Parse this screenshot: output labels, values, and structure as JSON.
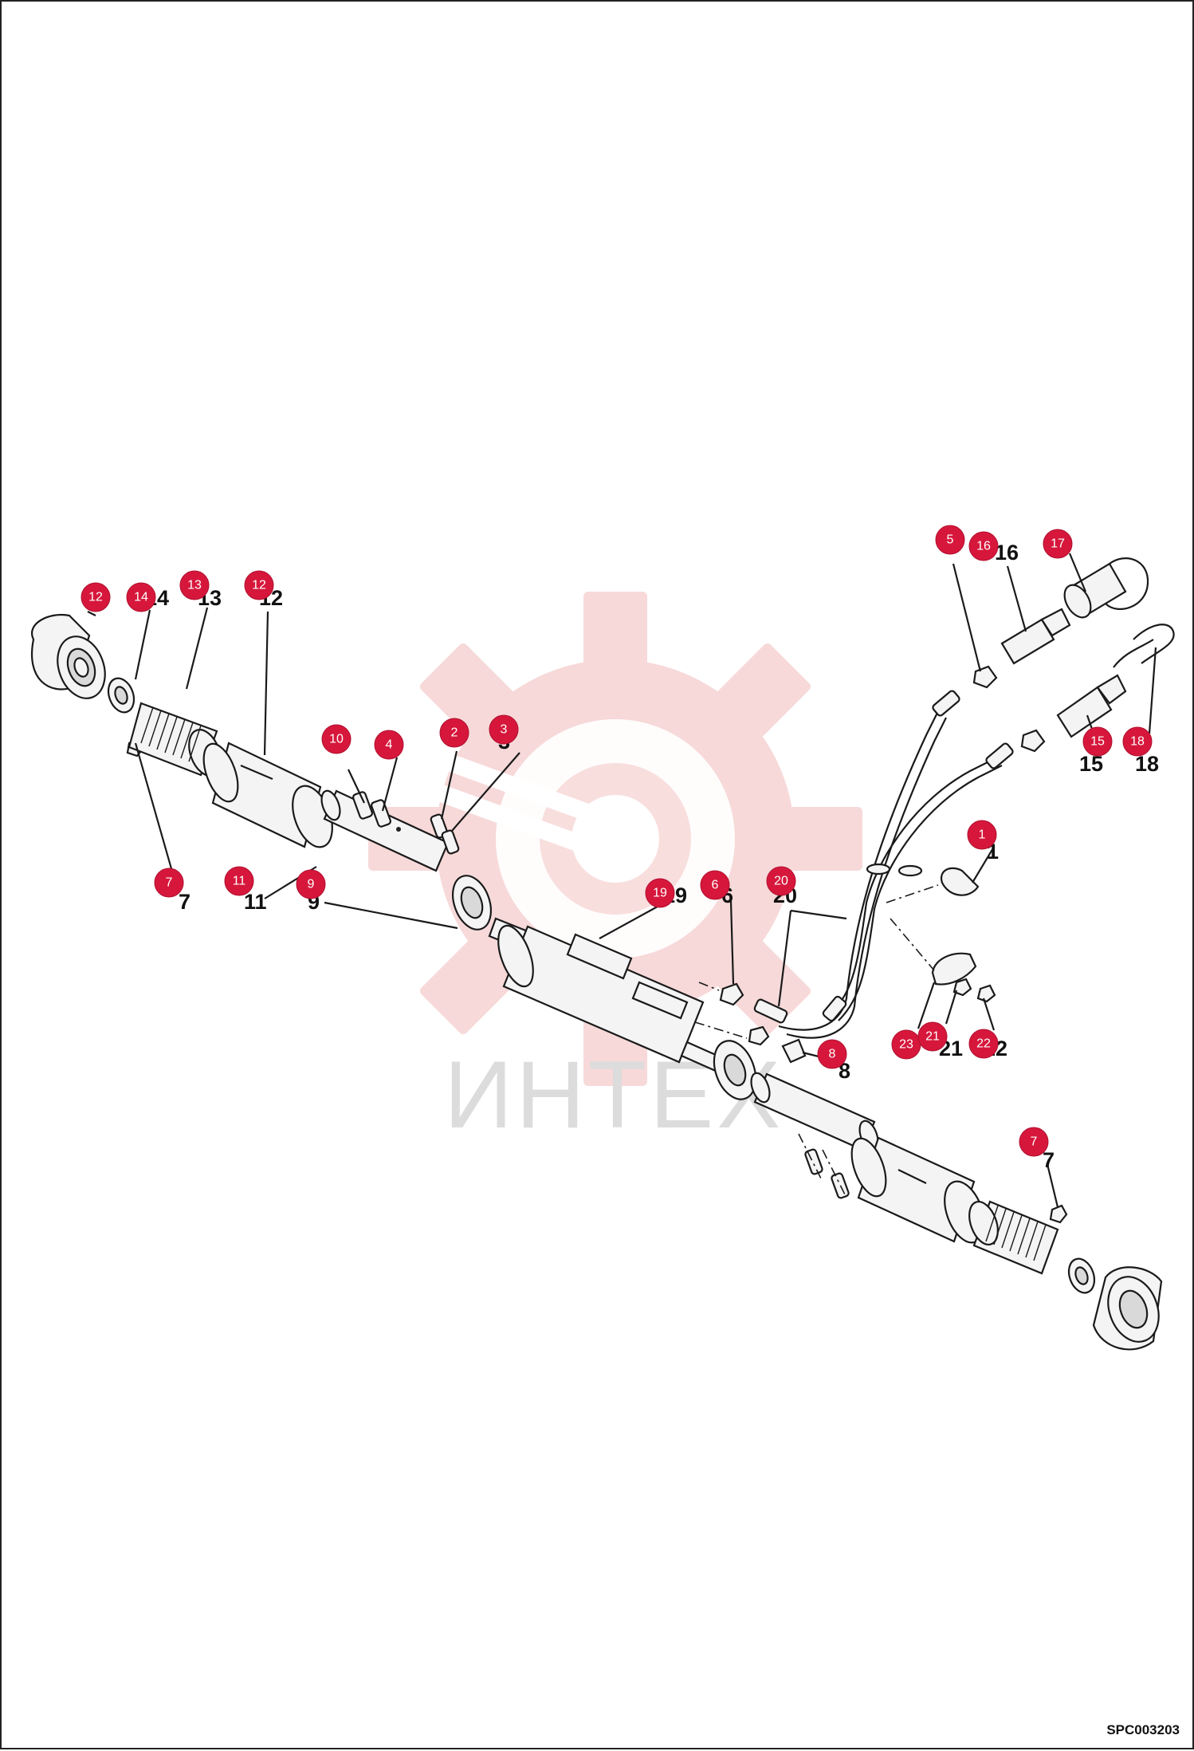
{
  "watermark": {
    "brand_text": "ИНТЕХ",
    "gear_color": "#f6d3d3"
  },
  "badge_color": "#d6173b",
  "document_code": "SPC003203",
  "callouts": [
    {
      "id": "c-12a",
      "number": "12"
    },
    {
      "id": "c-14",
      "number": "14"
    },
    {
      "id": "c-13",
      "number": "13"
    },
    {
      "id": "c-12b",
      "number": "12"
    },
    {
      "id": "c-10",
      "number": "10"
    },
    {
      "id": "c-4",
      "number": "4"
    },
    {
      "id": "c-2",
      "number": "2"
    },
    {
      "id": "c-3",
      "number": "3"
    },
    {
      "id": "c-7a",
      "number": "7"
    },
    {
      "id": "c-11",
      "number": "11"
    },
    {
      "id": "c-9",
      "number": "9"
    },
    {
      "id": "c-19",
      "number": "19"
    },
    {
      "id": "c-6",
      "number": "6"
    },
    {
      "id": "c-20",
      "number": "20"
    },
    {
      "id": "c-8",
      "number": "8"
    },
    {
      "id": "c-5",
      "number": "5"
    },
    {
      "id": "c-16",
      "number": "16"
    },
    {
      "id": "c-17",
      "number": "17"
    },
    {
      "id": "c-15",
      "number": "15"
    },
    {
      "id": "c-18",
      "number": "18"
    },
    {
      "id": "c-1",
      "number": "1"
    },
    {
      "id": "c-23",
      "number": "23"
    },
    {
      "id": "c-21",
      "number": "21"
    },
    {
      "id": "c-22",
      "number": "22"
    },
    {
      "id": "c-7b",
      "number": "7"
    }
  ]
}
